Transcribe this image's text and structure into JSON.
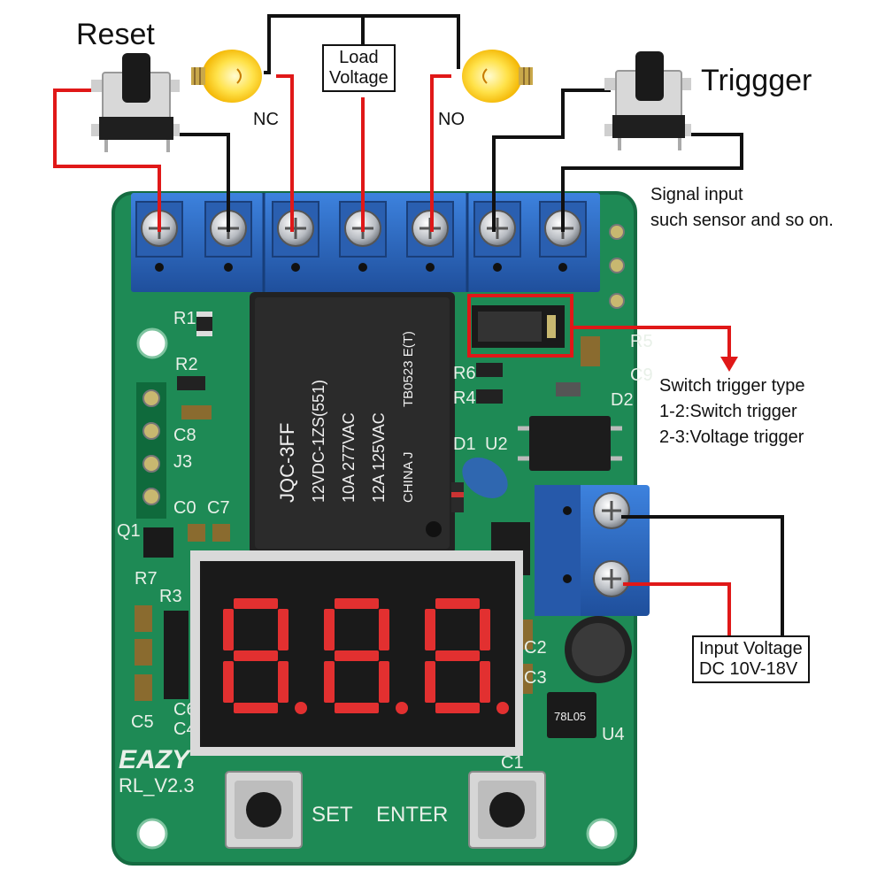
{
  "labels": {
    "reset": "Reset",
    "trigger": "Triggger",
    "nc": "NC",
    "no": "NO",
    "load_voltage_line1": "Load",
    "load_voltage_line2": "Voltage",
    "signal_input_line1": "Signal input",
    "signal_input_line2": "such sensor and so on.",
    "switch_trigger_title": "Switch trigger type",
    "switch_trigger_opt1": "1-2:Switch trigger",
    "switch_trigger_opt2": "2-3:Voltage trigger",
    "input_voltage_line1": "Input Voltage",
    "input_voltage_line2": "DC 10V-18V"
  },
  "board": {
    "relay_model": "JQC-3FF",
    "relay_spec1": "12VDC-1ZS(551)",
    "relay_spec2": "10A 277VAC",
    "relay_spec3": "12A 125VAC",
    "relay_code": "TB0523 E(T)",
    "relay_origin": "CHINA J",
    "brand": "EAZY",
    "version": "RL_V2.3",
    "button_set": "SET",
    "button_enter": "ENTER",
    "silk": [
      "R1",
      "R2",
      "C8",
      "J3",
      "C0",
      "C7",
      "Q1",
      "R7",
      "R3",
      "C6",
      "C4",
      "C5",
      "R6",
      "R4",
      "D1",
      "U2",
      "D2",
      "R5",
      "C9",
      "C2",
      "C3",
      "C1",
      "U4"
    ],
    "regulator": "78L05"
  },
  "colors": {
    "pcb": "#1e8a55",
    "terminal": "#2f6fc8",
    "wire_red": "#e01818",
    "wire_black": "#111111",
    "display": "#1a1a1a",
    "segment_on": "#e23030"
  }
}
